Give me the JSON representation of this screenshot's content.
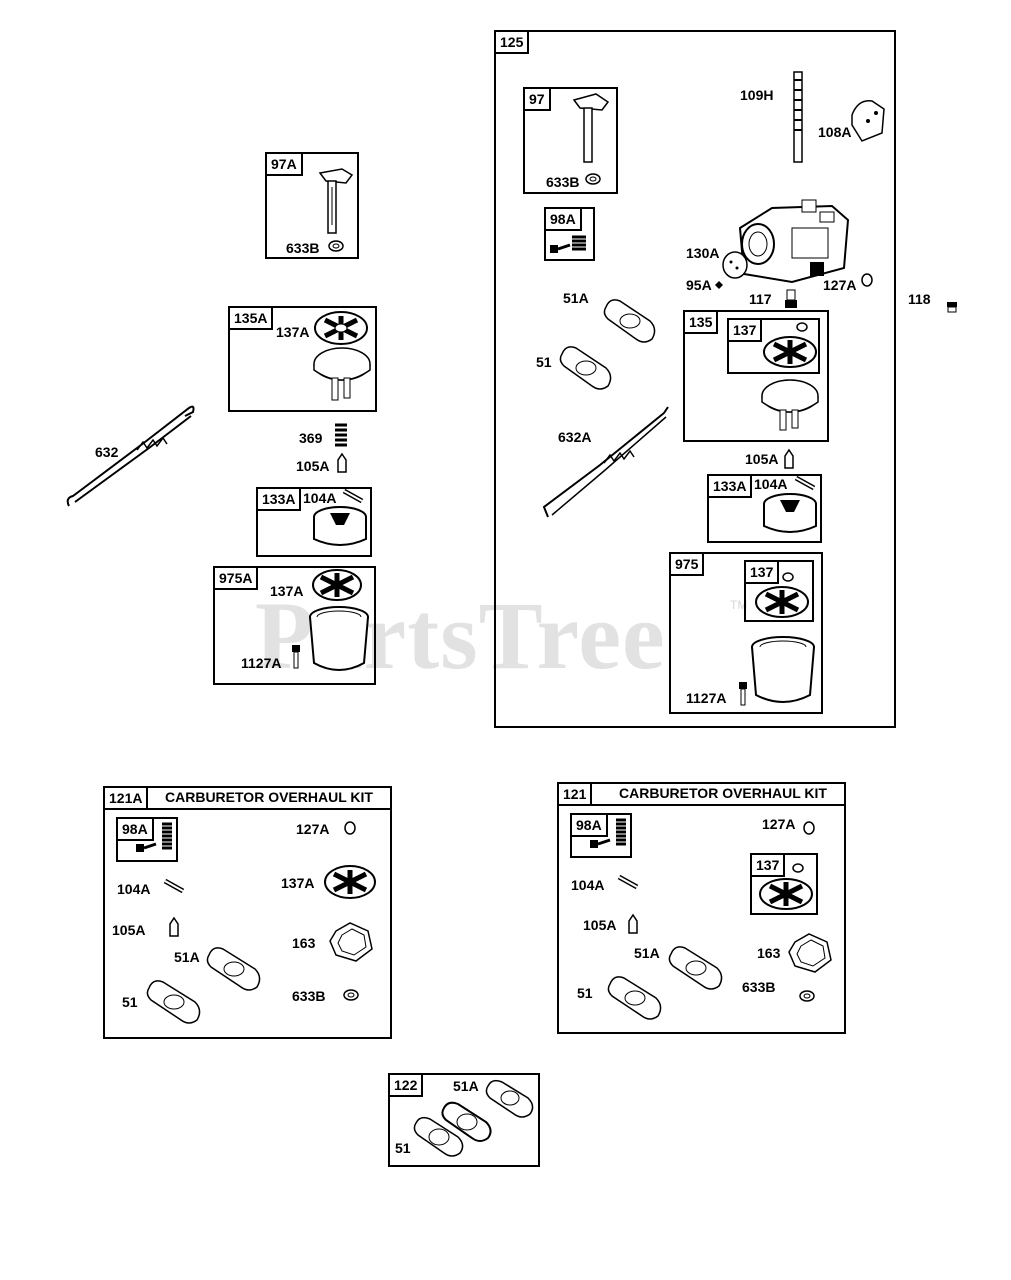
{
  "watermark": {
    "text": "PartsTree",
    "tm": "TM"
  },
  "boxes": {
    "b97A": "97A",
    "b135A": "135A",
    "b133A_left": "133A",
    "b975A": "975A",
    "b125": "125",
    "b97": "97",
    "b98A": "98A",
    "b135": "135",
    "b137_in135": "137",
    "b133A_right": "133A",
    "b975": "975",
    "b137_in975": "137",
    "b121A": "121A",
    "b98A_121A": "98A",
    "b121": "121",
    "b98A_121": "98A",
    "b137_121": "137",
    "b122": "122"
  },
  "kits": {
    "k121A_title": "CARBURETOR OVERHAUL KIT",
    "k121_title": "CARBURETOR OVERHAUL KIT"
  },
  "labels": {
    "l633B_a": "633B",
    "l137A_a": "137A",
    "l632": "632",
    "l369": "369",
    "l105A_a": "105A",
    "l104A_a": "104A",
    "l137A_b": "137A",
    "l1127A_a": "1127A",
    "l633B_b": "633B",
    "l109H": "109H",
    "l108A": "108A",
    "l130A": "130A",
    "l95A": "95A",
    "l117": "117",
    "l127A_a": "127A",
    "l118": "118",
    "l51A_a": "51A",
    "l51_a": "51",
    "l632A": "632A",
    "l105A_b": "105A",
    "l104A_b": "104A",
    "l1127A_b": "1127A",
    "l127A_b": "127A",
    "l104A_c": "104A",
    "l137A_c": "137A",
    "l105A_c": "105A",
    "l163_a": "163",
    "l51A_b": "51A",
    "l51_b": "51",
    "l633B_c": "633B",
    "l127A_c": "127A",
    "l104A_d": "104A",
    "l105A_d": "105A",
    "l163_b": "163",
    "l51A_c": "51A",
    "l51_c": "51",
    "l633B_d": "633B",
    "l51A_d": "51A",
    "l51_d": "51"
  }
}
